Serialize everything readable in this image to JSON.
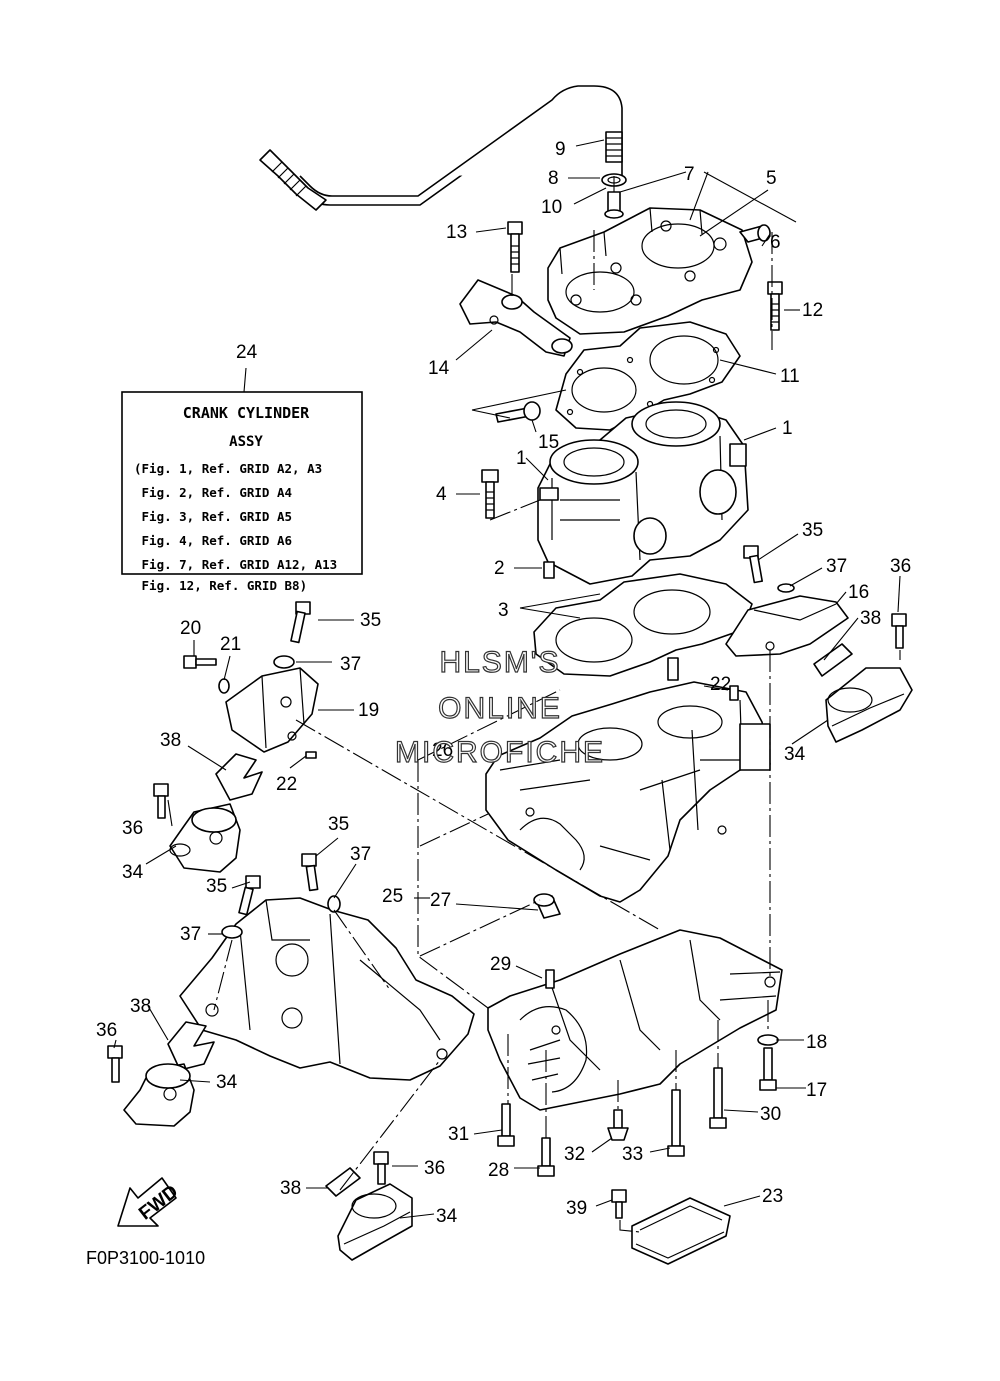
{
  "legend_box": {
    "number": "24",
    "title": "CRANK CYLINDER",
    "subtitle": "ASSY",
    "lines": [
      "(Fig. 1, Ref. GRID A2, A3",
      " Fig. 2, Ref. GRID A4",
      " Fig. 3, Ref. GRID A5",
      " Fig. 4, Ref. GRID A6",
      " Fig. 7, Ref. GRID A12, A13",
      " Fig. 12, Ref. GRID B8)"
    ]
  },
  "watermark": {
    "line1": "HLSM'S",
    "line2": "ONLINE",
    "line3": "MICROFICHE"
  },
  "fwd_label": "FWD",
  "figure_code": "F0P3100-1010",
  "callouts": {
    "c9": "9",
    "c8": "8",
    "c7": "7",
    "c5": "5",
    "c10": "10",
    "c13": "13",
    "c6": "6",
    "c12": "12",
    "c14": "14",
    "c11": "11",
    "c15": "15",
    "c1a": "1",
    "c1b": "1",
    "c4": "4",
    "c2": "2",
    "c3": "3",
    "c35a": "35",
    "c37a": "37",
    "c36a": "36",
    "c16": "16",
    "c38a": "38",
    "c20": "20",
    "c21": "21",
    "c35b": "35",
    "c37b": "37",
    "c19": "19",
    "c22a": "22",
    "c22b": "22",
    "c38b": "38",
    "c26": "26",
    "c34a": "34",
    "c36b": "36",
    "c34b": "34",
    "c35c": "35",
    "c37c": "37",
    "c35d": "35",
    "c25": "25",
    "c27": "27",
    "c37d": "37",
    "c29": "29",
    "c38c": "38",
    "c36c": "36",
    "c18": "18",
    "c34c": "34",
    "c17": "17",
    "c31": "31",
    "c30": "30",
    "c28": "28",
    "c32": "32",
    "c33": "33",
    "c36d": "36",
    "c38d": "38",
    "c23": "23",
    "c39": "39",
    "c34d": "34"
  }
}
